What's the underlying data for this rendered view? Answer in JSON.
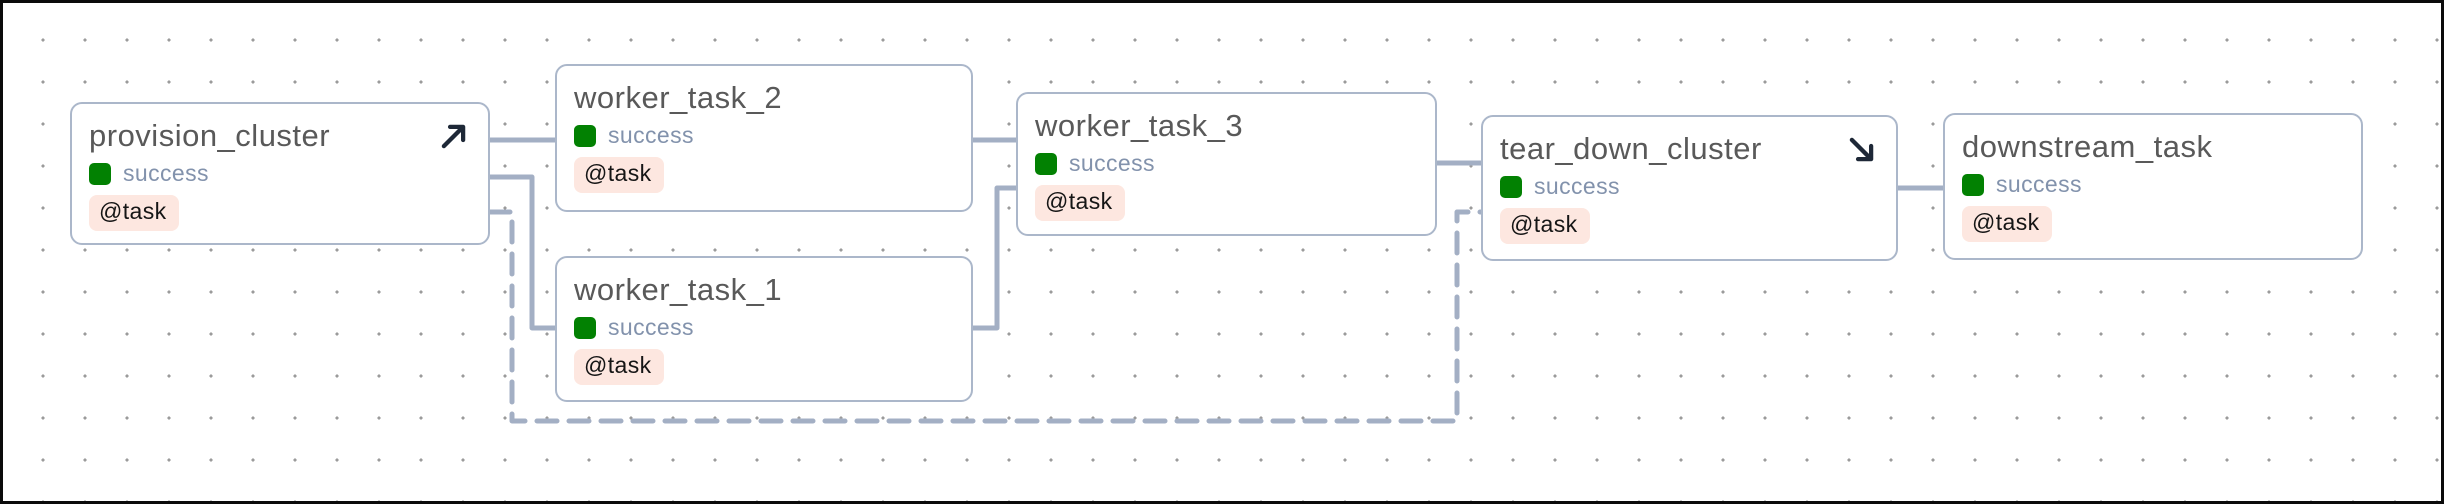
{
  "graph": {
    "nodes": [
      {
        "id": "provision_cluster",
        "label": "provision_cluster",
        "state": "success",
        "decorator": "@task",
        "corner_icon": "arrow-up-right (setup task)"
      },
      {
        "id": "worker_task_2",
        "label": "worker_task_2",
        "state": "success",
        "decorator": "@task",
        "corner_icon": ""
      },
      {
        "id": "worker_task_1",
        "label": "worker_task_1",
        "state": "success",
        "decorator": "@task",
        "corner_icon": ""
      },
      {
        "id": "worker_task_3",
        "label": "worker_task_3",
        "state": "success",
        "decorator": "@task",
        "corner_icon": ""
      },
      {
        "id": "tear_down_cluster",
        "label": "tear_down_cluster",
        "state": "success",
        "decorator": "@task",
        "corner_icon": "arrow-down-right (teardown task)"
      },
      {
        "id": "downstream_task",
        "label": "downstream_task",
        "state": "success",
        "decorator": "@task",
        "corner_icon": ""
      }
    ],
    "edges": [
      {
        "from": "provision_cluster",
        "to": "worker_task_2",
        "style": "solid"
      },
      {
        "from": "provision_cluster",
        "to": "worker_task_1",
        "style": "solid"
      },
      {
        "from": "worker_task_2",
        "to": "worker_task_3",
        "style": "solid"
      },
      {
        "from": "worker_task_1",
        "to": "worker_task_3",
        "style": "solid"
      },
      {
        "from": "worker_task_3",
        "to": "tear_down_cluster",
        "style": "solid"
      },
      {
        "from": "tear_down_cluster",
        "to": "downstream_task",
        "style": "solid"
      },
      {
        "from": "provision_cluster",
        "to": "tear_down_cluster",
        "style": "dashed"
      }
    ],
    "colors": {
      "canvas_bg": "#ffffff",
      "grid_dot": "#9b9b9b",
      "frame_border": "#0b0b0b",
      "node_border": "#abb7ca",
      "node_bg": "#ffffff",
      "title_text": "#595959",
      "state_success_square": "#028102",
      "state_label_text": "#8292ac",
      "decorator_bg": "#fde7e0",
      "decorator_text": "#151515",
      "edge": "#a3afc4",
      "corner_icon": "#1e2837"
    }
  }
}
